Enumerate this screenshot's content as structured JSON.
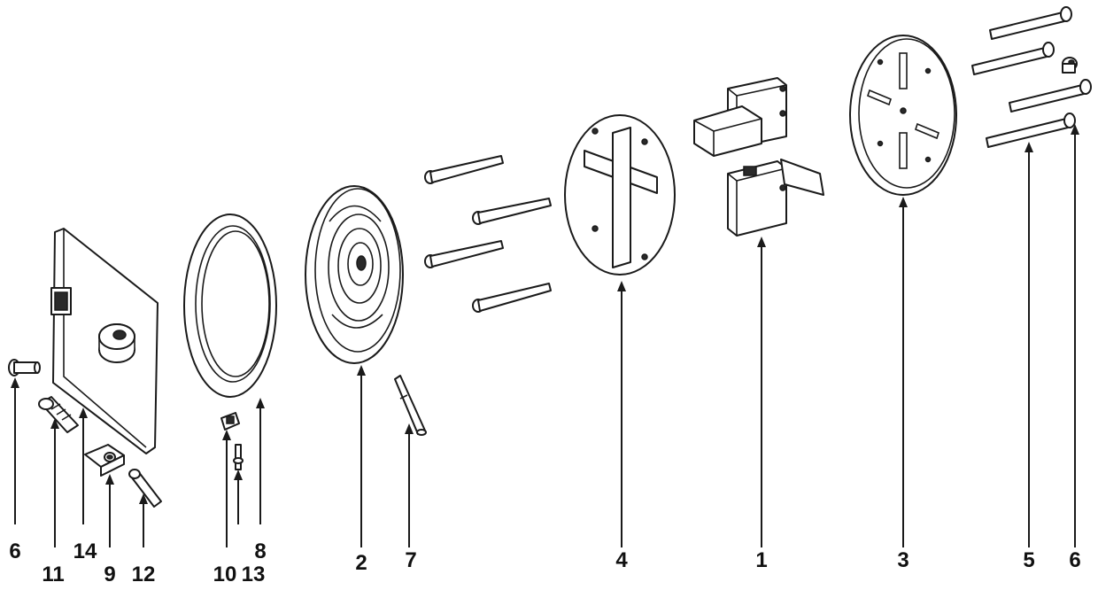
{
  "labels": {
    "l1": "1",
    "l2": "2",
    "l3": "3",
    "l4": "4",
    "l5": "5",
    "l6a": "6",
    "l6b": "6",
    "l7": "7",
    "l8": "8",
    "l9": "9",
    "l10": "10",
    "l11": "11",
    "l12": "12",
    "l13": "13",
    "l14": "14"
  }
}
